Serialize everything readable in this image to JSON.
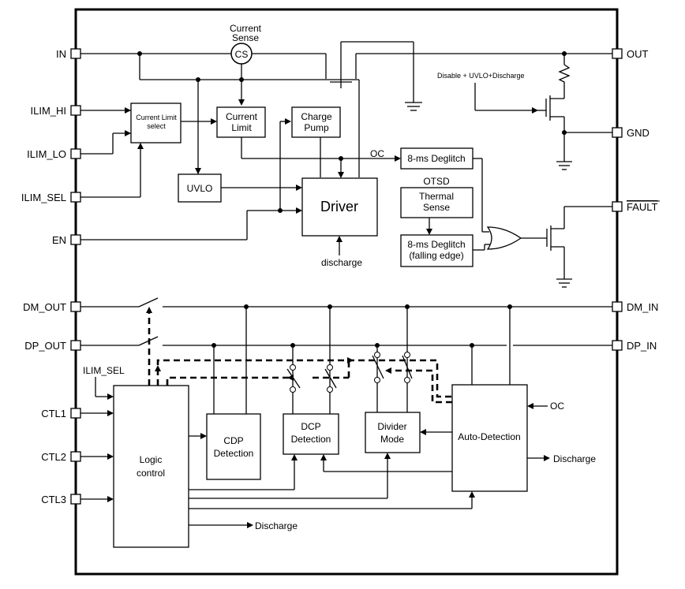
{
  "pins": {
    "in": "IN",
    "ilim_hi": "ILIM_HI",
    "ilim_lo": "ILIM_LO",
    "ilim_sel": "ILIM_SEL",
    "en": "EN",
    "dm_out": "DM_OUT",
    "dp_out": "DP_OUT",
    "ctl1": "CTL1",
    "ctl2": "CTL2",
    "ctl3": "CTL3",
    "out": "OUT",
    "gnd": "GND",
    "fault": "FAULT",
    "dm_in": "DM_IN",
    "dp_in": "DP_IN"
  },
  "blocks": {
    "current_sense_line1": "Current",
    "current_sense_line2": "Sense",
    "cs": "CS",
    "current_limit_select_line1": "Current Limit",
    "current_limit_select_line2": "select",
    "current_limit_line1": "Current",
    "current_limit_line2": "Limit",
    "charge_pump_line1": "Charge",
    "charge_pump_line2": "Pump",
    "uvlo": "UVLO",
    "driver": "Driver",
    "deglitch_oc": "8-ms Deglitch",
    "thermal_sense_line1": "Thermal",
    "thermal_sense_line2": "Sense",
    "deglitch_fall_line1": "8-ms Deglitch",
    "deglitch_fall_line2": "(falling edge)",
    "logic_control_line1": "Logic",
    "logic_control_line2": "control",
    "cdp_line1": "CDP",
    "cdp_line2": "Detection",
    "dcp_line1": "DCP",
    "dcp_line2": "Detection",
    "divider_line1": "Divider",
    "divider_line2": "Mode",
    "auto_detection": "Auto-Detection"
  },
  "labels": {
    "oc_top": "OC",
    "otsd": "OTSD",
    "discharge_driver": "discharge",
    "disable_uvlo": "Disable + UVLO+Discharge",
    "ilim_sel_internal": "ILIM_SEL",
    "oc_right": "OC",
    "discharge_auto": "Discharge",
    "discharge_logic": "Discharge"
  }
}
